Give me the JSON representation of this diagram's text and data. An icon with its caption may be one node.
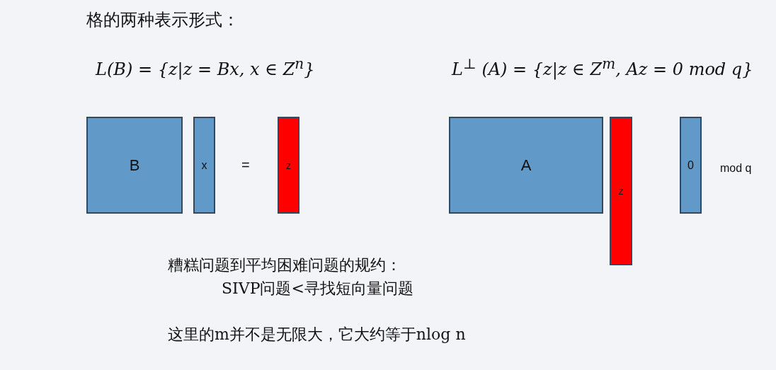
{
  "diagram": {
    "title": "格的两种表示形式：",
    "nodes": [
      {
        "text": [
          "B"
        ]
      },
      {
        "text": [
          "x"
        ]
      },
      {
        "text": [
          "z"
        ]
      },
      {
        "text": [
          "A"
        ]
      },
      {
        "text": [
          "z"
        ]
      },
      {
        "text": [
          "0"
        ]
      }
    ],
    "edges": [],
    "labels": [
      "L(B) = {z|z = Bx, x ∈ Z$^{n}$}",
      "L$^{⊥}$ (A) = {z|z ∈ Z$^{m}$, Az = 0 mod q}",
      "=",
      "mod q",
      "糟糕问题到平均困难问题的规约：",
      "SIVP问题<寻找短向量问题",
      "这里的m并不是无限大，它大约等于nlog n"
    ]
  }
}
